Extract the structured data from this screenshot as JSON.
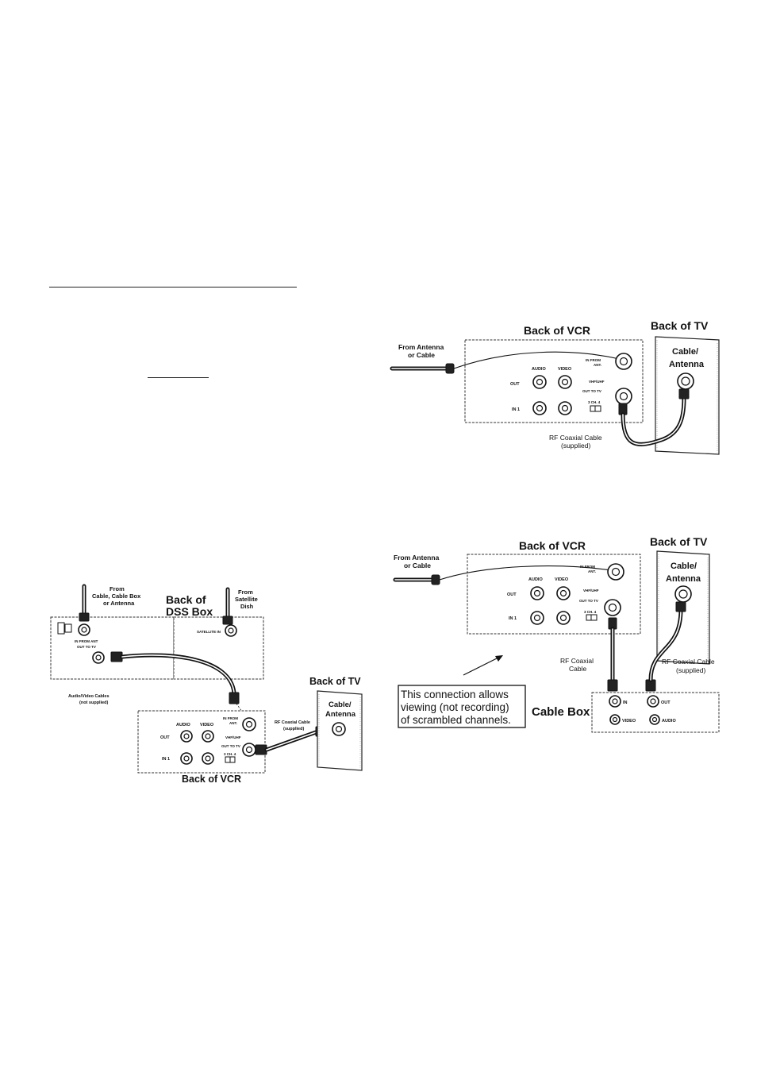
{
  "connection1": {
    "back_of_vcr": "Back of VCR",
    "back_of_tv": "Back of TV",
    "from_antenna_line1": "From Antenna",
    "from_antenna_line2": "or Cable",
    "tv_jack_line1": "Cable/",
    "tv_jack_line2": "Antenna",
    "audio": "AUDIO",
    "video": "VIDEO",
    "out": "OUT",
    "in1": "IN 1",
    "in_from_ant_line1": "IN FROM",
    "in_from_ant_line2": "ANT.",
    "vhf_uhf": "VHF/UHF",
    "out_to_tv": "OUT TO TV",
    "ch_switch": "3 CH. 4",
    "rf_cable_line1": "RF Coaxial Cable",
    "rf_cable_line2": "(supplied)"
  },
  "connection2": {
    "back_of_vcr": "Back of VCR",
    "back_of_tv": "Back of TV",
    "from_antenna_line1": "From Antenna",
    "from_antenna_line2": "or Cable",
    "tv_jack_line1": "Cable/",
    "tv_jack_line2": "Antenna",
    "audio": "AUDIO",
    "video": "VIDEO",
    "out": "OUT",
    "in1": "IN 1",
    "in_from_ant_line1": "IN FROM",
    "in_from_ant_line2": "ANT.",
    "vhf_uhf": "VHF/UHF",
    "out_to_tv": "OUT TO TV",
    "ch_switch": "3 CH. 4",
    "rf_coaxial_line1": "RF Coaxial",
    "rf_coaxial_line2": "Cable",
    "rf_cable_line1": "RF Coaxial Cable",
    "rf_cable_line2": "(supplied)",
    "note_line1": "This connection allows",
    "note_line2": "viewing (not recording)",
    "note_line3": "of scrambled channels.",
    "cable_box": "Cable Box",
    "cb_in": "IN",
    "cb_out": "OUT",
    "cb_video": "VIDEO",
    "cb_audio": "AUDIO"
  },
  "connection3": {
    "from_cable_line1": "From",
    "from_cable_line2": "Cable, Cable Box",
    "from_cable_line3": "or Antenna",
    "back_of_dss_line1": "Back of",
    "back_of_dss_line2": "DSS Box",
    "from_satellite_line1": "From",
    "from_satellite_line2": "Satellite",
    "from_satellite_line3": "Dish",
    "dss_in_from_ant": "IN FROM ANT",
    "dss_out_to_tv": "OUT TO TV",
    "satellite_in": "SATELLITE IN",
    "av_cables_line1": "Audio/Video Cables",
    "av_cables_line2": "(not supplied)",
    "back_of_tv": "Back of TV",
    "tv_jack_line1": "Cable/",
    "tv_jack_line2": "Antenna",
    "rf_cable_line1": "RF Coaxial Cable",
    "rf_cable_line2": "(supplied)",
    "audio": "AUDIO",
    "video": "VIDEO",
    "out": "OUT",
    "in1": "IN 1",
    "in_from_ant_line1": "IN FROM",
    "in_from_ant_line2": "ANT.",
    "vhf_uhf": "VHF/UHF",
    "out_to_tv": "OUT TO TV",
    "ch_switch": "3 CH. 4",
    "back_of_vcr": "Back of VCR"
  }
}
